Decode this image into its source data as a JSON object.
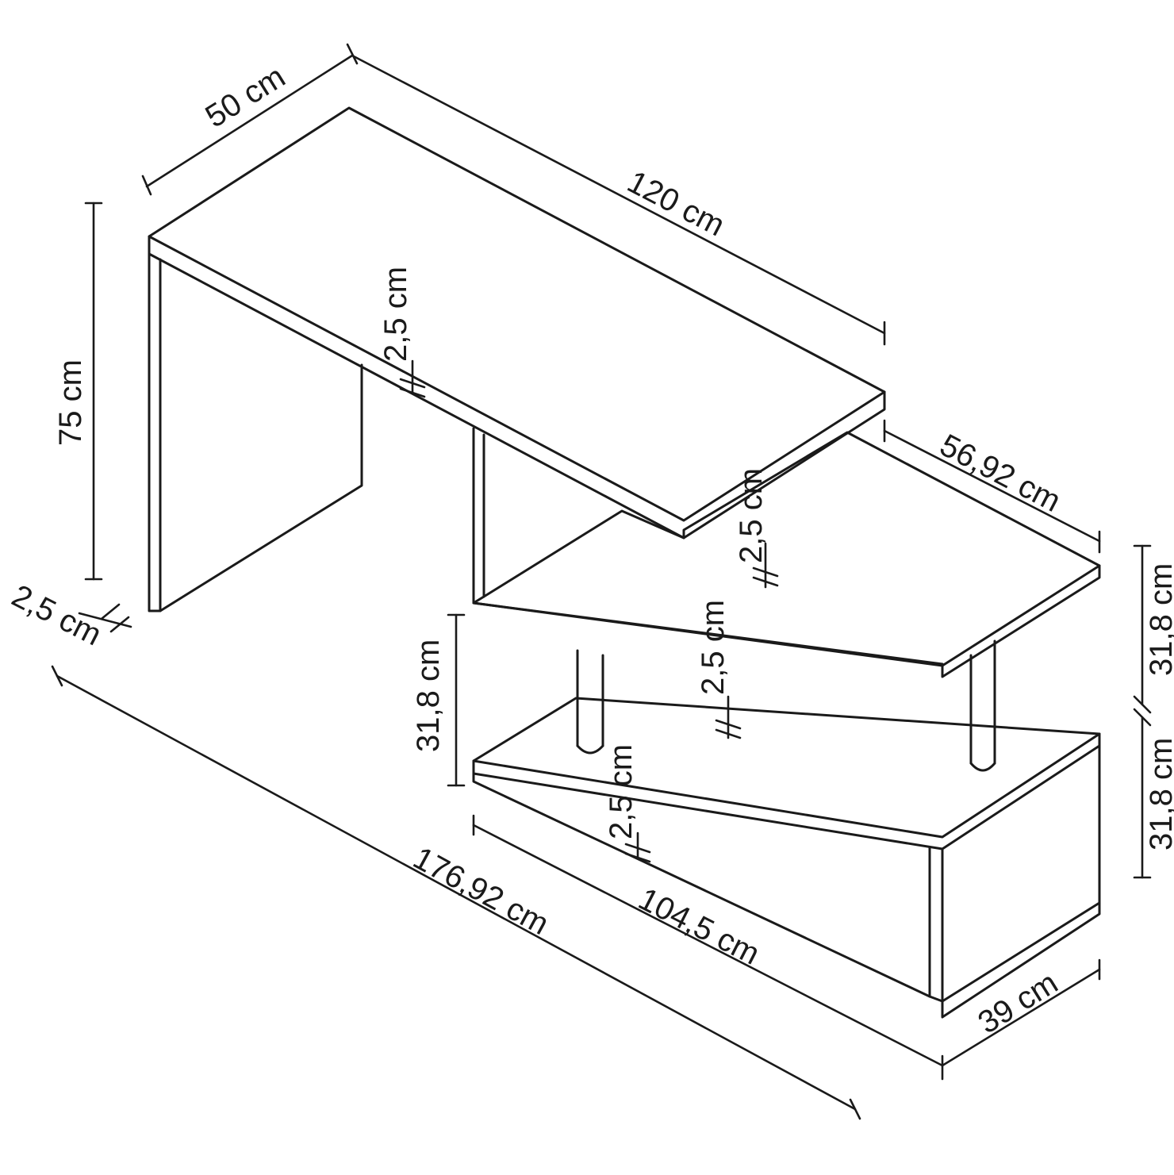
{
  "colors": {
    "line": "#1a1a1a",
    "background": "#ffffff"
  },
  "dimensions": {
    "top_depth": "50 cm",
    "top_length": "120 cm",
    "desk_height": "75 cm",
    "leg_thickness": "2,5 cm",
    "top_thickness": "2,5 cm",
    "upper_shelf_length": "56,92 cm",
    "upper_shelf_thickness": "2,5 cm",
    "middle_shelf_thickness": "2,5 cm",
    "bottom_shelf_thickness": "2,5 cm",
    "shelf_gap_left": "31,8 cm",
    "shelf_gap_right_upper": "31,8 cm",
    "shelf_gap_right_lower": "31,8 cm",
    "total_length": "176,92 cm",
    "cabinet_length": "104,5 cm",
    "cabinet_depth": "39 cm"
  }
}
